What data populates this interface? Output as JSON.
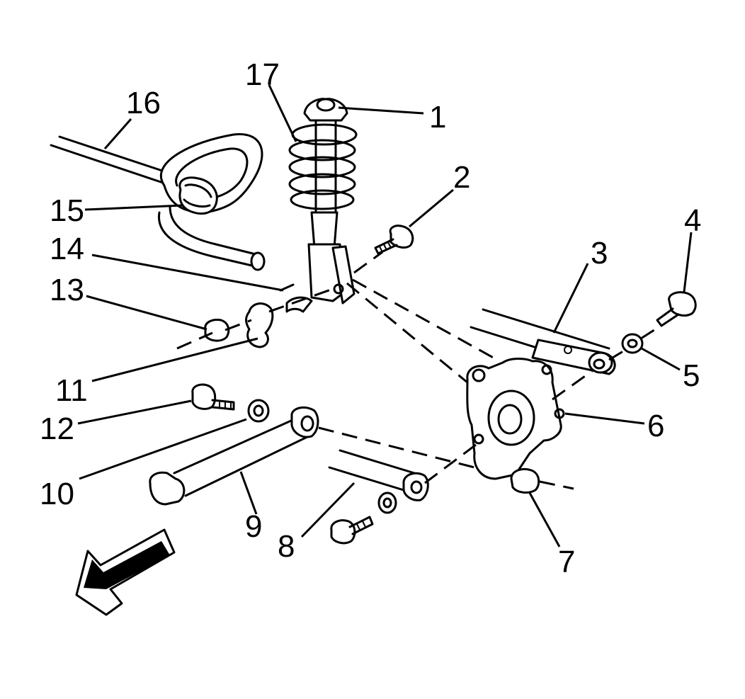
{
  "callouts": [
    {
      "id": "c1",
      "label": "1"
    },
    {
      "id": "c2",
      "label": "2"
    },
    {
      "id": "c3",
      "label": "3"
    },
    {
      "id": "c4",
      "label": "4"
    },
    {
      "id": "c5",
      "label": "5"
    },
    {
      "id": "c6",
      "label": "6"
    },
    {
      "id": "c7",
      "label": "7"
    },
    {
      "id": "c8",
      "label": "8"
    },
    {
      "id": "c9",
      "label": "9"
    },
    {
      "id": "c10",
      "label": "10"
    },
    {
      "id": "c11",
      "label": "11"
    },
    {
      "id": "c12",
      "label": "12"
    },
    {
      "id": "c13",
      "label": "13"
    },
    {
      "id": "c14",
      "label": "14"
    },
    {
      "id": "c15",
      "label": "15"
    },
    {
      "id": "c16",
      "label": "16"
    },
    {
      "id": "c17",
      "label": "17"
    }
  ],
  "colors": {
    "ink": "#000000",
    "background": "#ffffff"
  }
}
